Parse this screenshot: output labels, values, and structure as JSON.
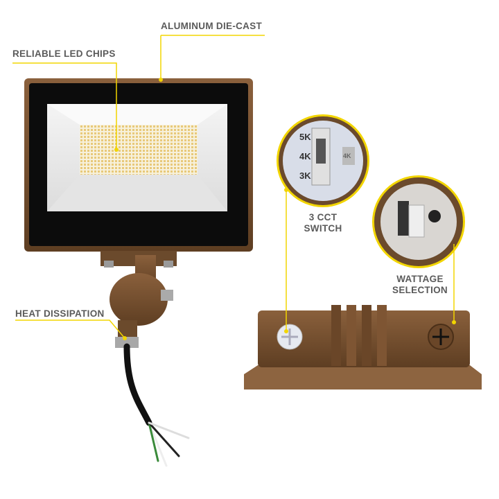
{
  "labels": {
    "aluminum": "ALUMINUM DIE-CAST",
    "led_chips": "RELIABLE LED CHIPS",
    "heat": "HEAT DISSIPATION",
    "cct_line1": "3 CCT",
    "cct_line2": "SWITCH",
    "wattage_line1": "WATTAGE",
    "wattage_line2": "SELECTION"
  },
  "cct_switch": {
    "options": [
      "5K",
      "4K",
      "3K"
    ],
    "side_label": "4K"
  },
  "colors": {
    "bronze": "#7b5433",
    "leader": "#f2d500",
    "label_text": "#5a5a5a"
  }
}
